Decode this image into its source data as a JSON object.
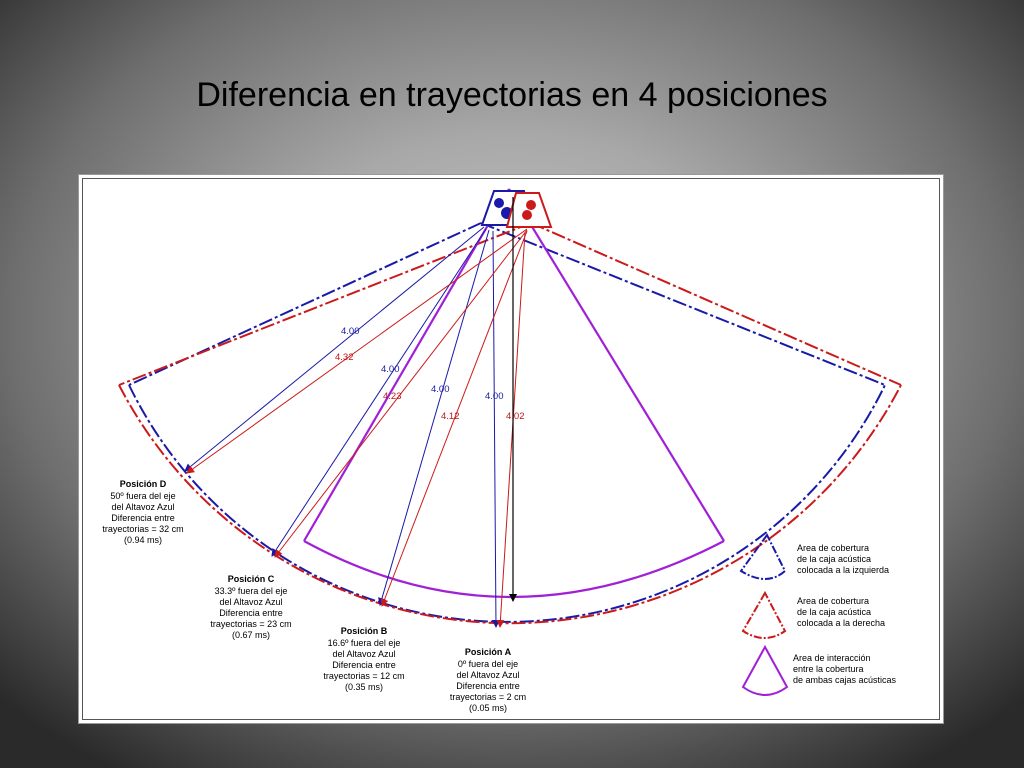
{
  "slide": {
    "title": "Diferencia en trayectorias en 4 posiciones"
  },
  "colors": {
    "blue": "#1a1aa8",
    "red": "#cc1a1a",
    "purple": "#a020d8"
  },
  "distances": {
    "d_blue": "4.00",
    "d_red": "4.32",
    "c_blue": "4.00",
    "c_red": "4.23",
    "b_blue": "4.00",
    "b_red": "4.12",
    "a_blue": "4.00",
    "a_red": "4.02"
  },
  "positions": {
    "d": {
      "title": "Posición D",
      "lines": [
        "50º fuera del eje",
        "del Altavoz Azul",
        "Diferencia entre",
        "trayectorias = 32 cm",
        "(0.94 ms)"
      ]
    },
    "c": {
      "title": "Posición C",
      "lines": [
        "33.3º fuera del eje",
        "del Altavoz Azul",
        "Diferencia entre",
        "trayectorias = 23 cm",
        "(0.67 ms)"
      ]
    },
    "b": {
      "title": "Posición B",
      "lines": [
        "16.6º fuera del eje",
        "del Altavoz Azul",
        "Diferencia entre",
        "trayectorias = 12 cm",
        "(0.35 ms)"
      ]
    },
    "a": {
      "title": "Posición A",
      "lines": [
        "0º fuera del eje",
        "del Altavoz Azul",
        "Diferencia entre",
        "trayectorias = 2 cm",
        "(0.05 ms)"
      ]
    }
  },
  "legend": {
    "blue": [
      "Area de cobertura",
      "de la caja acústica",
      "colocada a la izquierda"
    ],
    "red": [
      "Area de cobertura",
      "de la caja acústica",
      "colocada a la derecha"
    ],
    "purple": [
      "Area de interacción",
      "entre la cobertura",
      "de ambas cajas acústicas"
    ]
  }
}
